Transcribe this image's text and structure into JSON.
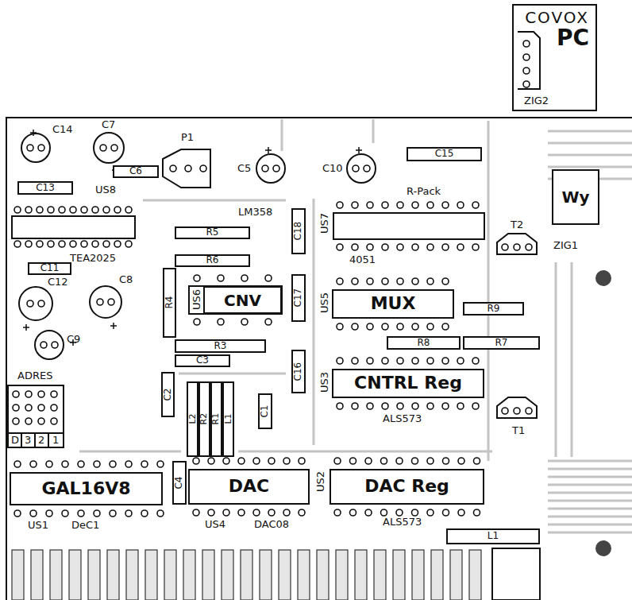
{
  "diagram": {
    "nodes": [
      {
        "text": [
          "COVOX",
          "PC"
        ]
      },
      {
        "text": [
          "C6"
        ]
      },
      {
        "text": [
          "C13"
        ]
      },
      {
        "text": [
          "C15"
        ]
      },
      {
        "text": [
          "C18"
        ]
      },
      {
        "text": [
          "Wy"
        ]
      },
      {
        "text": [
          "R5"
        ]
      },
      {
        "text": [
          "R6"
        ]
      },
      {
        "text": [
          "C11"
        ]
      },
      {
        "text": [
          "R4"
        ]
      },
      {
        "text": [
          "CNV"
        ]
      },
      {
        "text": [
          "C17"
        ]
      },
      {
        "text": [
          "MUX"
        ]
      },
      {
        "text": [
          "R9"
        ]
      },
      {
        "text": [
          "R8"
        ]
      },
      {
        "text": [
          "R7"
        ]
      },
      {
        "text": [
          "R3"
        ]
      },
      {
        "text": [
          "C3"
        ]
      },
      {
        "text": [
          "C16"
        ]
      },
      {
        "text": [
          "CNTRL Reg"
        ]
      },
      {
        "text": [
          "C2"
        ]
      },
      {
        "text": [
          "L2"
        ]
      },
      {
        "text": [
          "R2"
        ]
      },
      {
        "text": [
          "R1"
        ]
      },
      {
        "text": [
          "L1"
        ]
      },
      {
        "text": [
          "C1"
        ]
      },
      {
        "text": [
          "GAL16V8"
        ]
      },
      {
        "text": [
          "C4"
        ]
      },
      {
        "text": [
          "DAC"
        ]
      },
      {
        "text": [
          "DAC Reg"
        ]
      },
      {
        "text": [
          "L1"
        ]
      }
    ],
    "labels": [
      "C14",
      "C7",
      "P1",
      "C5",
      "C10",
      "US8",
      "LM358",
      "R-Pack",
      "US7",
      "4051",
      "T2",
      "ZIG2",
      "ZIG1",
      "TEA2025",
      "C12",
      "C8",
      "C9",
      "US6",
      "US5",
      "US3",
      "ALS573",
      "T1",
      "ADRES",
      "D",
      "3",
      "2",
      "1",
      "US2",
      "US1",
      "DeC1",
      "US4",
      "DAC08",
      "ALS573"
    ]
  }
}
